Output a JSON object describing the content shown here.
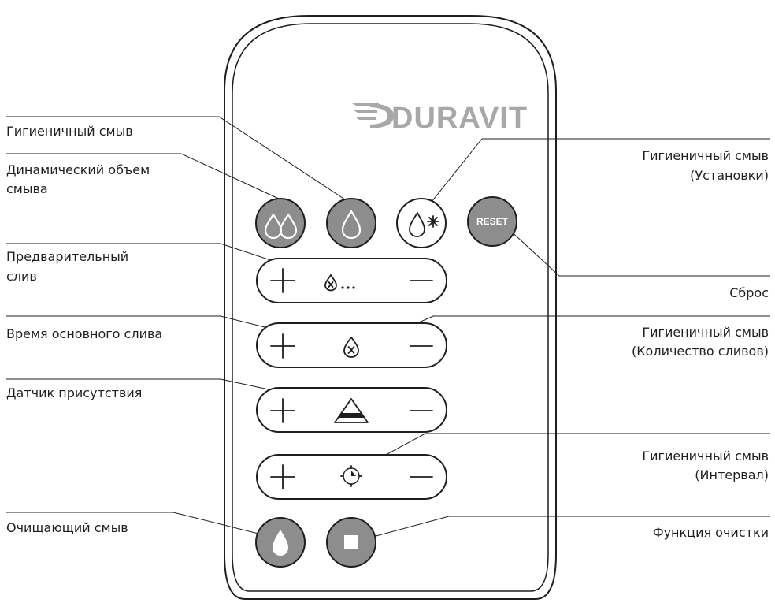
{
  "brand": {
    "logo_text": "DURAVIT"
  },
  "buttons": {
    "reset_label": "RESET"
  },
  "labels": {
    "hygienic_flush": "Гигиеничный смыв",
    "dynamic_volume_1": "Динамический объем",
    "dynamic_volume_2": "смыва",
    "pre_drain_1": "Предварительный",
    "pre_drain_2": "слив",
    "main_drain_time": "Время основного слива",
    "presence_sensor": "Датчик присутствия",
    "cleaning_flush": "Очищающий смыв",
    "hygienic_settings_1": "Гигиеничный смыв",
    "hygienic_settings_2": "(Установки)",
    "reset": "Сброс",
    "hygienic_count_1": "Гигиеничный смыв",
    "hygienic_count_2": "(Количество сливов)",
    "hygienic_interval_1": "Гигиеничный смыв",
    "hygienic_interval_2": "(Интервал)",
    "cleaning_function": "Функция очистки"
  },
  "colors": {
    "button_fill": "#8d8d8d",
    "outline": "#1e1e1e",
    "logo": "#a8a8a8"
  },
  "icons": [
    "double-drop-icon",
    "drop-icon",
    "drop-settings-icon",
    "pre-drain-icon",
    "drop-x-icon",
    "presence-sensor-icon",
    "interval-clock-icon",
    "solid-drop-icon",
    "stop-square-icon",
    "plus-icon",
    "minus-icon"
  ]
}
